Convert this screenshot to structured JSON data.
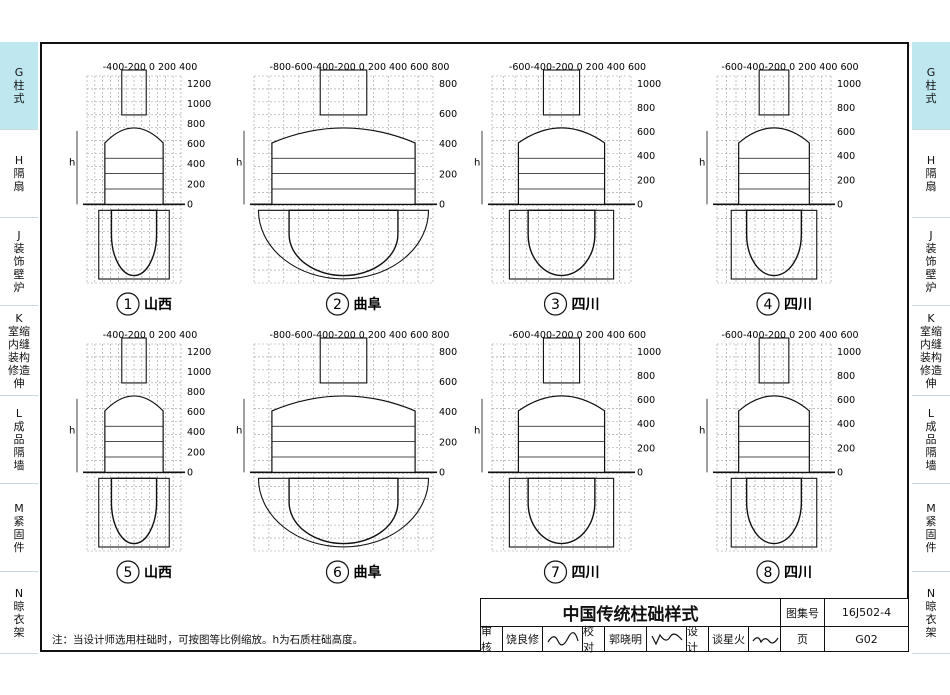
{
  "side_tabs_left": [
    {
      "letter": "G",
      "label": "柱式",
      "active": true
    },
    {
      "letter": "H",
      "label": "隔扇",
      "active": false
    },
    {
      "letter": "J",
      "label": "装饰壁炉",
      "active": false
    },
    {
      "letter": "K",
      "label": "室缩内缝装构修造伸",
      "active": false
    },
    {
      "letter": "L",
      "label": "成品隔墙",
      "active": false
    },
    {
      "letter": "M",
      "label": "紧固件",
      "active": false
    },
    {
      "letter": "N",
      "label": "晾衣架",
      "active": false
    }
  ],
  "side_tabs_right": [
    {
      "letter": "G",
      "label": "柱式",
      "active": true
    },
    {
      "letter": "H",
      "label": "隔扇",
      "active": false
    },
    {
      "letter": "J",
      "label": "装饰壁炉",
      "active": false
    },
    {
      "letter": "K",
      "label": "室缩内缝装构修造伸",
      "active": false
    },
    {
      "letter": "L",
      "label": "成品隔墙",
      "active": false
    },
    {
      "letter": "M",
      "label": "紧固件",
      "active": false
    },
    {
      "letter": "N",
      "label": "晾衣架",
      "active": false
    }
  ],
  "panels": [
    {
      "num": "1",
      "name": "山西",
      "top_scale": "-400-200  0  200 400",
      "side_scale": [
        "1200",
        "1000",
        "800",
        "600",
        "400",
        "200",
        "0"
      ],
      "h": "h"
    },
    {
      "num": "2",
      "name": "曲阜",
      "top_scale": "-800-600-400-200  0  200 400 600 800",
      "side_scale": [
        "800",
        "600",
        "400",
        "200",
        "0"
      ],
      "h": "h"
    },
    {
      "num": "3",
      "name": "四川",
      "top_scale": "-600-400-200  0  200 400 600",
      "side_scale": [
        "1000",
        "800",
        "600",
        "400",
        "200",
        "0"
      ],
      "h": "h"
    },
    {
      "num": "4",
      "name": "四川",
      "top_scale": "-600-400-200  0  200 400 600",
      "side_scale": [
        "1000",
        "800",
        "600",
        "400",
        "200",
        "0"
      ],
      "h": "h"
    },
    {
      "num": "5",
      "name": "山西",
      "top_scale": "-400-200  0  200 400",
      "side_scale": [
        "1200",
        "1000",
        "800",
        "600",
        "400",
        "200",
        "0"
      ],
      "h": "h"
    },
    {
      "num": "6",
      "name": "曲阜",
      "top_scale": "-800-600-400-200  0  200 400 600 800",
      "side_scale": [
        "800",
        "600",
        "400",
        "200",
        "0"
      ],
      "h": "h"
    },
    {
      "num": "7",
      "name": "四川",
      "top_scale": "-600-400-200  0  200 400 600",
      "side_scale": [
        "1000",
        "800",
        "600",
        "400",
        "200",
        "0"
      ],
      "h": "h"
    },
    {
      "num": "8",
      "name": "四川",
      "top_scale": "-600-400-200  0  200 400 600",
      "side_scale": [
        "1000",
        "800",
        "600",
        "400",
        "200",
        "0"
      ],
      "h": "h"
    }
  ],
  "title_block": {
    "title": "中国传统柱础样式",
    "atlas_label": "图集号",
    "atlas_no": "16J502-4",
    "review_label": "审核",
    "reviewer": "饶良修",
    "check_label": "校对",
    "checker": "郭晓明",
    "design_label": "设计",
    "designer": "谈星火",
    "page_label": "页",
    "page_no": "G02"
  },
  "note": "注：当设计师选用柱础时，可按图等比例缩放。h为石质柱础高度。"
}
